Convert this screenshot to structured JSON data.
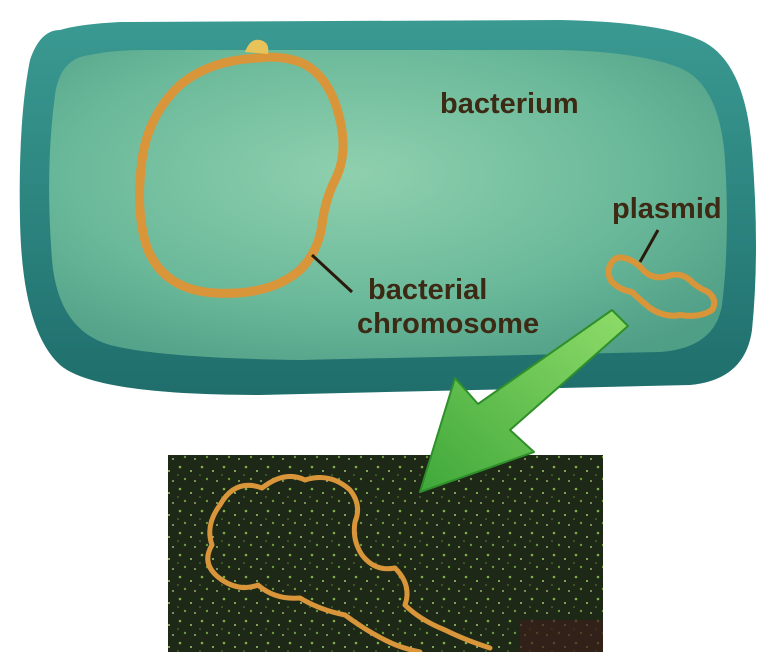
{
  "labels": {
    "bacterium": "bacterium",
    "plasmid": "plasmid",
    "chromosome_line1": "bacterial",
    "chromosome_line2": "chromosome"
  },
  "colors": {
    "cell_outer": "#2e8a85",
    "cell_inner": "#6ab99a",
    "dna": "#d9953a",
    "arrow": "#58c24a",
    "micrograph_bg": "#1e2a18"
  }
}
